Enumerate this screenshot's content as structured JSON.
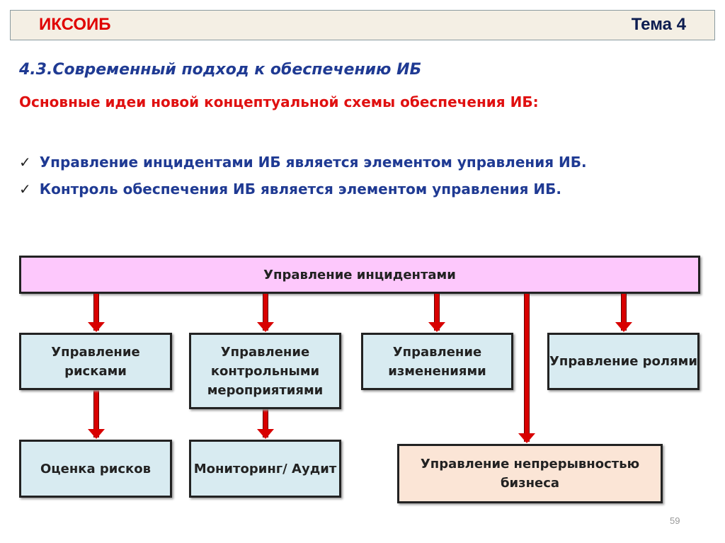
{
  "header": {
    "brand": "ИКСОИБ",
    "topic": "Тема 4"
  },
  "section_title": "4.3.Современный подход к  обеспечению ИБ",
  "subtitle": "Основные идеи новой концептуальной схемы обеспечения ИБ:",
  "bullets": [
    {
      "icon": "check-icon",
      "mark": "✓",
      "text": "Управление инцидентами ИБ является элементом управления ИБ."
    },
    {
      "icon": "check-icon",
      "mark": "✓",
      "text": "Контроль обеспечения ИБ является элементом управления ИБ."
    }
  ],
  "diagram": {
    "top": "Управление инцидентами",
    "risk_mgmt": "Управление рисками",
    "control_mgmt": "Управление контрольными мероприятиями",
    "change_mgmt": "Управление изменениями",
    "role_mgmt": "Управление ролями",
    "risk_assessment": "Оценка рисков",
    "monitoring": "Мониторинг/ Аудит",
    "continuity": "Управление непрерывностью бизнеса",
    "colors": {
      "top": "#fdc8fc",
      "box": "#d8ebf1",
      "continuity": "#fbe5d6",
      "arrow": "#d80000"
    }
  },
  "page_number": "59"
}
